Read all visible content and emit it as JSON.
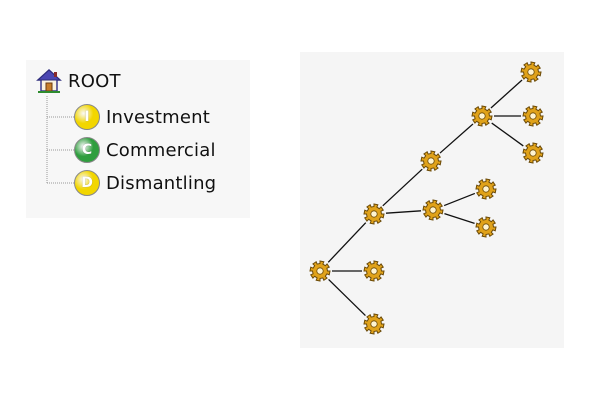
{
  "tree": {
    "root": {
      "label": "ROOT",
      "icon": "home-icon"
    },
    "children": [
      {
        "letter": "I",
        "label": "Investment",
        "color": "#f2d600",
        "icon": "investment-type-icon"
      },
      {
        "letter": "C",
        "label": "Commercial",
        "color": "#2f9e3e",
        "icon": "commercial-type-icon"
      },
      {
        "letter": "D",
        "label": "Dismantling",
        "color": "#f2d600",
        "icon": "dismantling-type-icon"
      }
    ]
  },
  "graph": {
    "node_icon": "gear-icon",
    "node_color": "#e0a21a",
    "nodes": [
      "n1",
      "n2",
      "n3",
      "n4",
      "n5",
      "n6",
      "n7",
      "n8",
      "n9",
      "n10",
      "n11",
      "n12"
    ]
  }
}
